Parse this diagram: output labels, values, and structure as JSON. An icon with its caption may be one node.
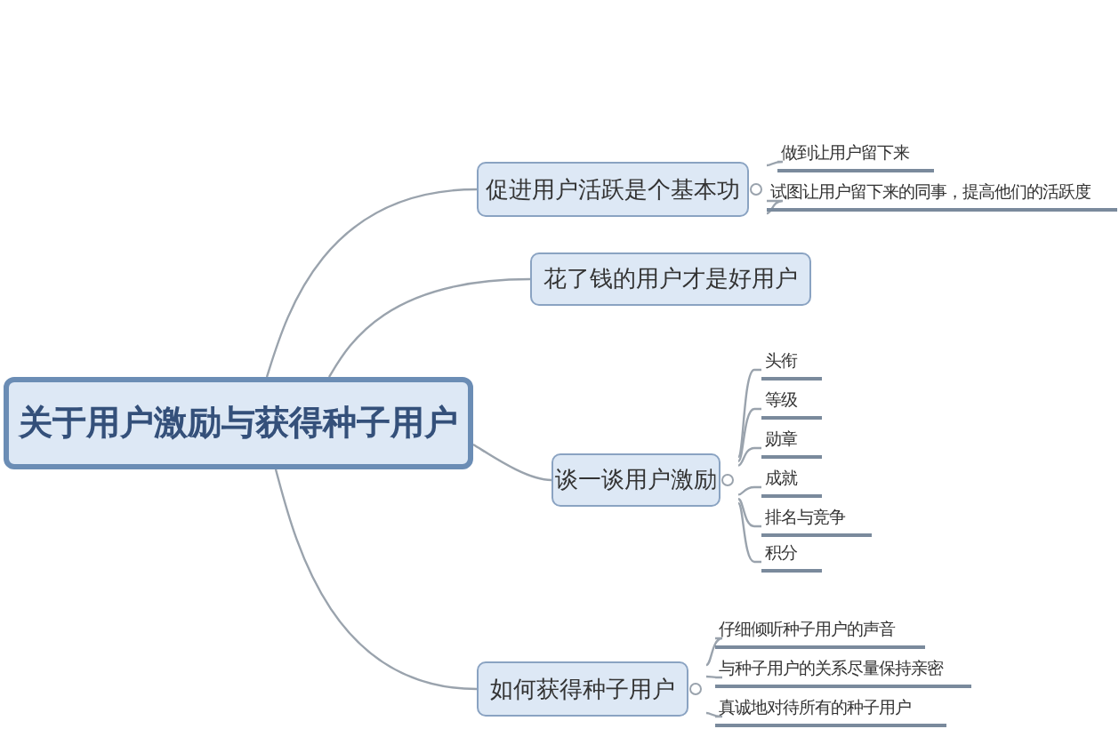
{
  "diagram": {
    "nodes": [
      {
        "text": [
          "关于用户激励与获得种子用户"
        ]
      },
      {
        "text": [
          "促进用户活跃是个基本功"
        ]
      },
      {
        "text": [
          "做到让用户留下来"
        ]
      },
      {
        "text": [
          "试图让用户留下来的同事，提高他们的活跃度"
        ]
      },
      {
        "text": [
          "花了钱的用户才是好用户"
        ]
      },
      {
        "text": [
          "谈一谈用户激励"
        ]
      },
      {
        "text": [
          "头衔"
        ]
      },
      {
        "text": [
          "等级"
        ]
      },
      {
        "text": [
          "勋章"
        ]
      },
      {
        "text": [
          "成就"
        ]
      },
      {
        "text": [
          "排名与竞争"
        ]
      },
      {
        "text": [
          "积分"
        ]
      },
      {
        "text": [
          "如何获得种子用户"
        ]
      },
      {
        "text": [
          "仔细倾听种子用户的声音"
        ]
      },
      {
        "text": [
          "与种子用户的关系尽量保持亲密"
        ]
      },
      {
        "text": [
          "真诚地对待所有的种子用户"
        ]
      }
    ],
    "edges": [
      {
        "from": 0,
        "to": 1,
        "arrow": "none"
      },
      {
        "from": 1,
        "to": 2,
        "arrow": "none"
      },
      {
        "from": 1,
        "to": 3,
        "arrow": "none"
      },
      {
        "from": 0,
        "to": 4,
        "arrow": "none"
      },
      {
        "from": 0,
        "to": 5,
        "arrow": "none"
      },
      {
        "from": 5,
        "to": 6,
        "arrow": "none"
      },
      {
        "from": 5,
        "to": 7,
        "arrow": "none"
      },
      {
        "from": 5,
        "to": 8,
        "arrow": "none"
      },
      {
        "from": 5,
        "to": 9,
        "arrow": "none"
      },
      {
        "from": 5,
        "to": 10,
        "arrow": "none"
      },
      {
        "from": 5,
        "to": 11,
        "arrow": "none"
      },
      {
        "from": 0,
        "to": 12,
        "arrow": "none"
      },
      {
        "from": 12,
        "to": 13,
        "arrow": "none"
      },
      {
        "from": 12,
        "to": 14,
        "arrow": "none"
      },
      {
        "from": 12,
        "to": 15,
        "arrow": "none"
      }
    ]
  }
}
